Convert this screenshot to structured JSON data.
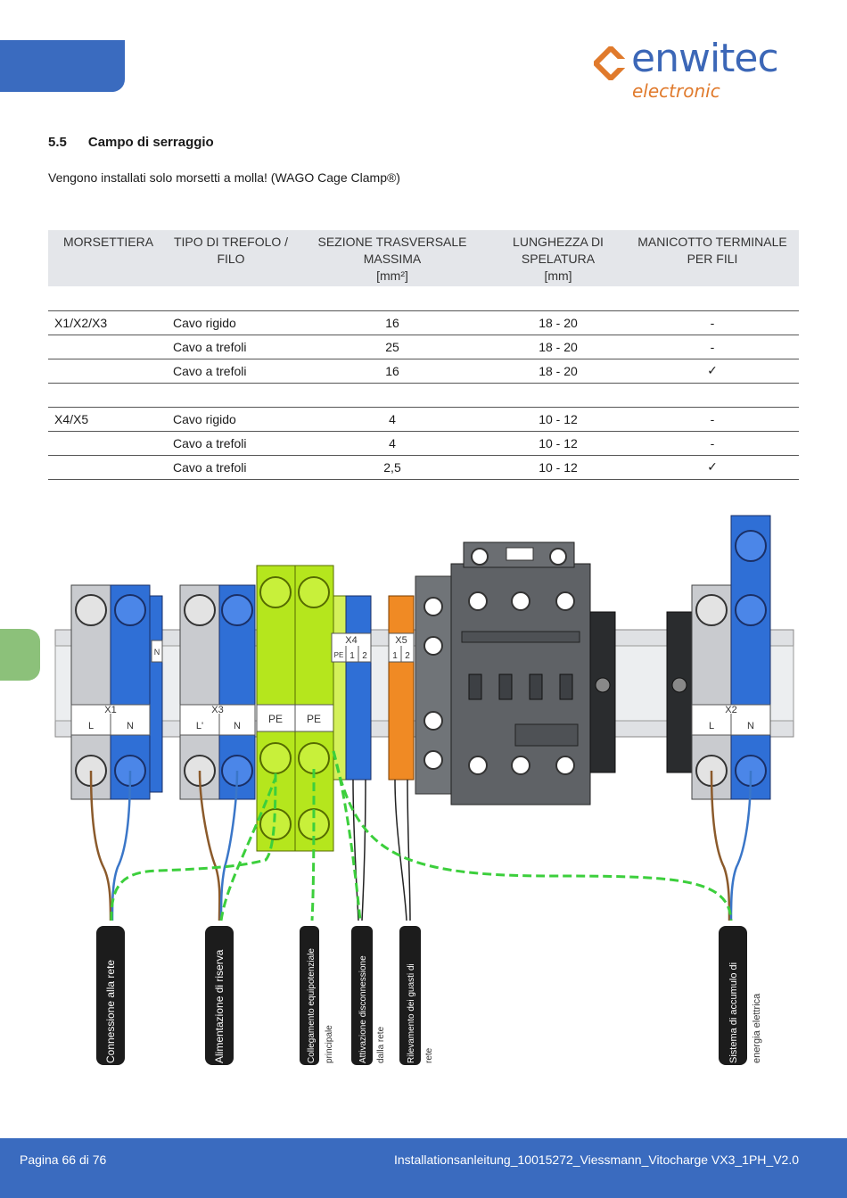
{
  "brand": {
    "name": "enwitec",
    "sub": "electronic",
    "colors": {
      "blue": "#3c67b7",
      "orange": "#e07a2c",
      "green": "#8cc17a"
    }
  },
  "section": {
    "number": "5.5",
    "title": "Campo di serraggio"
  },
  "intro": "Vengono installati solo morsetti a molla! (WAGO Cage Clamp®)",
  "table": {
    "headers": {
      "morsettiera": "MORSETTIERA",
      "tipo_1": "TIPO DI TREFOLO /",
      "tipo_2": "FILO",
      "sezione_1": "SEZIONE TRASVERSALE",
      "sezione_2": "MASSIMA",
      "sezione_3": "[mm²]",
      "lunghezza_1": "LUNGHEZZA DI",
      "lunghezza_2": "SPELATURA",
      "lunghezza_3": "[mm]",
      "manicotto_1": "MANICOTTO TERMINALE",
      "manicotto_2": "PER FILI"
    },
    "rows": [
      {
        "morsettiera": "X1/X2/X3",
        "tipo": "Cavo rigido",
        "sezione": "16",
        "lunghezza": "18 - 20",
        "manicotto": "-"
      },
      {
        "morsettiera": "",
        "tipo": "Cavo a trefoli",
        "sezione": "25",
        "lunghezza": "18 - 20",
        "manicotto": "-"
      },
      {
        "morsettiera": "",
        "tipo": "Cavo a trefoli",
        "sezione": "16",
        "lunghezza": "18 - 20",
        "manicotto": "✓"
      },
      {
        "morsettiera": "X4/X5",
        "tipo": "Cavo rigido",
        "sezione": "4",
        "lunghezza": "10 - 12",
        "manicotto": "-"
      },
      {
        "morsettiera": "",
        "tipo": "Cavo a trefoli",
        "sezione": "4",
        "lunghezza": "10 - 12",
        "manicotto": "-"
      },
      {
        "morsettiera": "",
        "tipo": "Cavo a trefoli",
        "sezione": "2,5",
        "lunghezza": "10 - 12",
        "manicotto": "✓"
      }
    ]
  },
  "diagram": {
    "terminals": {
      "x1": "X1",
      "x1_l": "L",
      "x1_n": "N",
      "x3": "X3",
      "x3_l": "L'",
      "x3_n": "N",
      "pe1": "PE",
      "pe2": "PE",
      "x4": "X4",
      "x4_pe": "PE",
      "x4_1": "1",
      "x4_2": "2",
      "x5": "X5",
      "x5_1": "1",
      "x5_2": "2",
      "x2": "X2",
      "x2_l": "L",
      "x2_n": "N",
      "n_top": "N"
    },
    "cables": {
      "rete": "Connessione alla rete",
      "riserva": "Alimentazione di riserva",
      "equip_1": "Collegamento equipotenziale",
      "equip_2": "principale",
      "discon_1": "Attivazione disconnessione",
      "discon_2": "dalla rete",
      "guasti_1": "Rilevamento dei guasti di",
      "guasti_2": "rete",
      "accumulo_1": "Sistema di accumulo di",
      "accumulo_2": "energia elettrica"
    }
  },
  "footer": {
    "page": "Pagina 66 di 76",
    "doc": "Installationsanleitung_10015272_Viessmann_Vitocharge VX3_1PH_V2.0"
  }
}
